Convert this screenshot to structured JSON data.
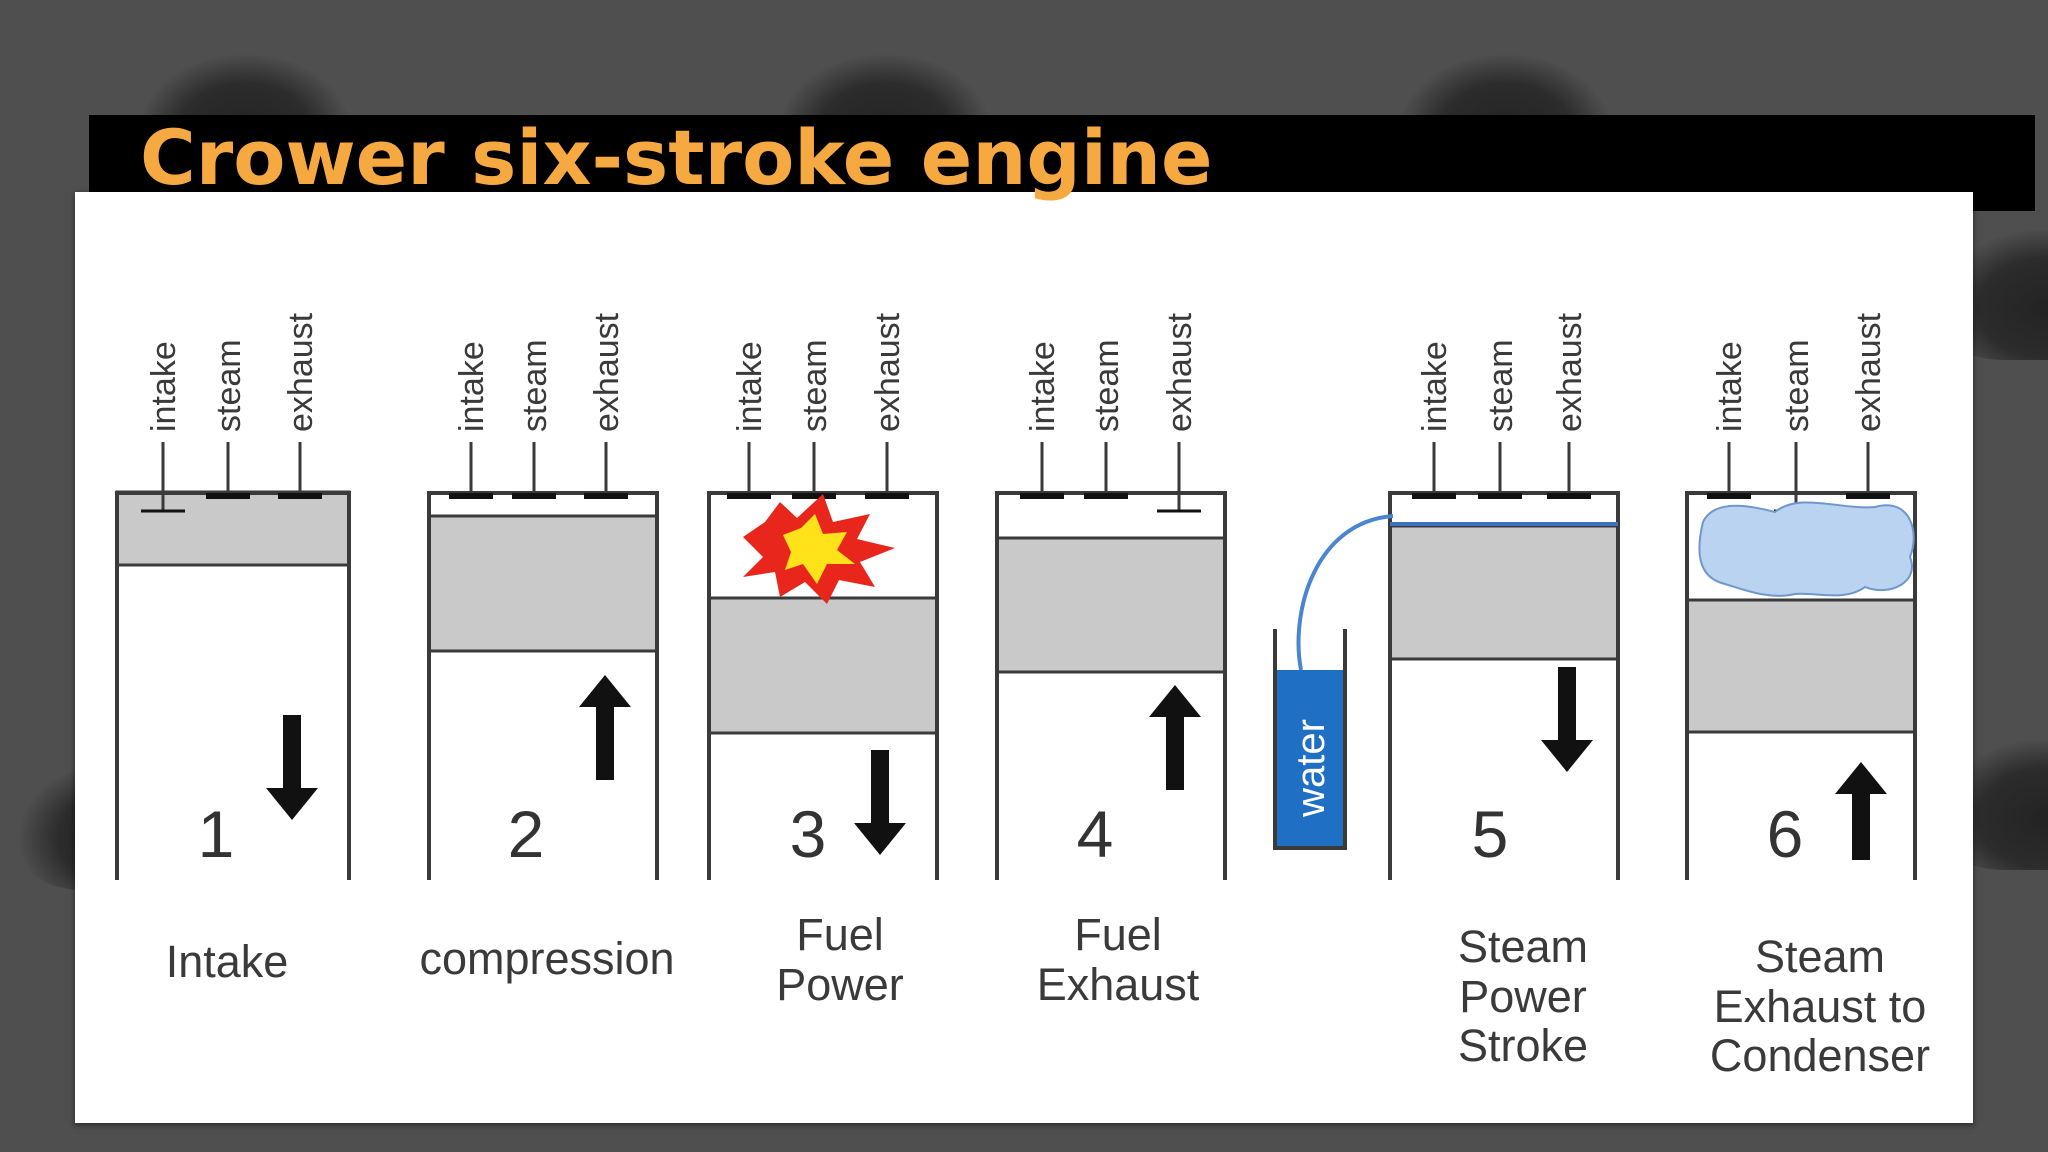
{
  "slide": {
    "title": "Crower six-stroke engine"
  },
  "diagram": {
    "valve_labels": [
      "intake",
      "steam",
      "exhaust"
    ],
    "water_label": "water",
    "strokes": [
      {
        "number": "1",
        "label": "Intake",
        "arrow": "down",
        "valve_open": "intake"
      },
      {
        "number": "2",
        "label": "compression",
        "arrow": "up",
        "valve_open": ""
      },
      {
        "number": "3",
        "label": "Fuel\nPower",
        "arrow": "down",
        "valve_open": ""
      },
      {
        "number": "4",
        "label": "Fuel\nExhaust",
        "arrow": "up",
        "valve_open": "exhaust"
      },
      {
        "number": "5",
        "label": "Steam\nPower\nStroke",
        "arrow": "down",
        "valve_open": ""
      },
      {
        "number": "6",
        "label": "Steam\nExhaust to\nCondenser",
        "arrow": "up",
        "valve_open": "steam"
      }
    ]
  },
  "colors": {
    "title": "#f7a941",
    "piston": "#c9c9c9",
    "water": "#1f6fc4",
    "steam": "#b9d3f0",
    "flame_outer": "#e8261b",
    "flame_inner": "#ffe21a"
  }
}
